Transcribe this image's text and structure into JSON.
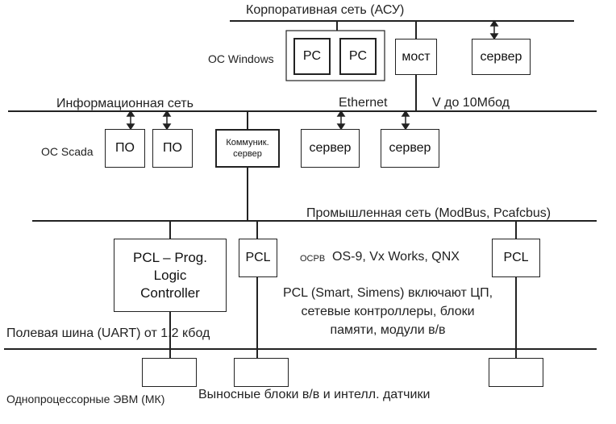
{
  "corporate_net": "Корпоративная сеть (АСУ)",
  "os_windows": "ОС Windows",
  "pc1": "PC",
  "pc2": "PC",
  "bridge": "мост",
  "server_top": "сервер",
  "info_net": "Информационная сеть",
  "ethernet": "Ethernet",
  "speed": "V до 10Мбод",
  "os_scada": "ОС Scada",
  "po1": "ПО",
  "po2": "ПО",
  "comm_server": "Коммуник. сервер",
  "server_mid1": "сервер",
  "server_mid2": "сервер",
  "industrial_net": "Промышленная сеть (ModBus, Pcafcbus)",
  "plc_main": "PCL – Prog. Logic Controller",
  "plc_small1": "PCL",
  "ocrv": "ОСРВ",
  "rtos_list": "OS-9, Vx Works, QNX",
  "plc_small2": "PCL",
  "plc_desc": "PCL (Smart, Simens) включают ЦП, сетевые контроллеры, блоки памяти, модули в/в",
  "fieldbus": "Полевая шина (UART) от 1.2 кбод",
  "remote_blocks": "Выносные блоки в/в и интелл. датчики",
  "single_cpu": "Однопроцессорные ЭВМ (МК)"
}
